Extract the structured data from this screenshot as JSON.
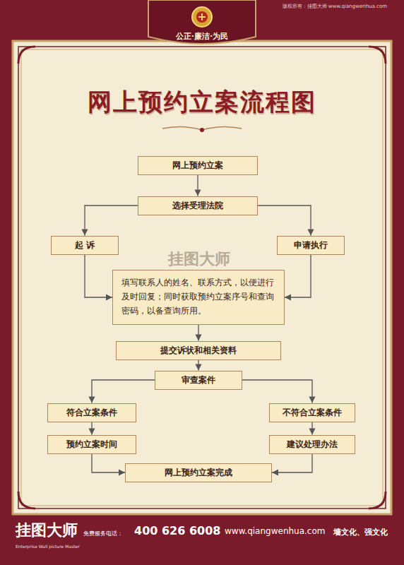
{
  "diagram": {
    "title": "网上预约立案流程图",
    "nodes": [
      {
        "text": [
          "网上预约立案"
        ]
      },
      {
        "text": [
          "选择受理法院"
        ]
      },
      {
        "text": [
          "起 诉"
        ]
      },
      {
        "text": [
          "申请执行"
        ]
      },
      {
        "text": [
          "填写联系人的姓名、联系方式，以便进行及时回复；同时获取预约立案序号和查询密码，以备查询所用。"
        ]
      },
      {
        "text": [
          "提交诉状和相关资料"
        ]
      },
      {
        "text": [
          "审查案件"
        ]
      },
      {
        "text": [
          "符合立案条件"
        ]
      },
      {
        "text": [
          "不符合立案条件"
        ]
      },
      {
        "text": [
          "预约立案时间"
        ]
      },
      {
        "text": [
          "建议处理办法"
        ]
      },
      {
        "text": [
          "网上预约立案完成"
        ]
      }
    ],
    "edges": [
      {
        "from": 0,
        "to": 1,
        "arrow": "to"
      },
      {
        "from": 1,
        "to": 2,
        "arrow": "to"
      },
      {
        "from": 1,
        "to": 3,
        "arrow": "to"
      },
      {
        "from": 2,
        "to": 4,
        "arrow": "to"
      },
      {
        "from": 3,
        "to": 4,
        "arrow": "to"
      },
      {
        "from": 4,
        "to": 5,
        "arrow": "to"
      },
      {
        "from": 5,
        "to": 6,
        "arrow": "to"
      },
      {
        "from": 6,
        "to": 7,
        "arrow": "to"
      },
      {
        "from": 6,
        "to": 8,
        "arrow": "to"
      },
      {
        "from": 7,
        "to": 9,
        "arrow": "to"
      },
      {
        "from": 8,
        "to": 10,
        "arrow": "to"
      },
      {
        "from": 9,
        "to": 11,
        "arrow": "to"
      },
      {
        "from": 10,
        "to": 11,
        "arrow": "to"
      }
    ],
    "labels": [
      "公正·廉洁·为民",
      "版权所有：挂图大师 www.qiangwenhua.com",
      "挂图大师",
      "挂图大师",
      "Enterprise Wall picture Master",
      "免费服务电话：",
      "400 626 6008",
      "www.qiangwenhua.com",
      "墙文化、强文化"
    ]
  }
}
